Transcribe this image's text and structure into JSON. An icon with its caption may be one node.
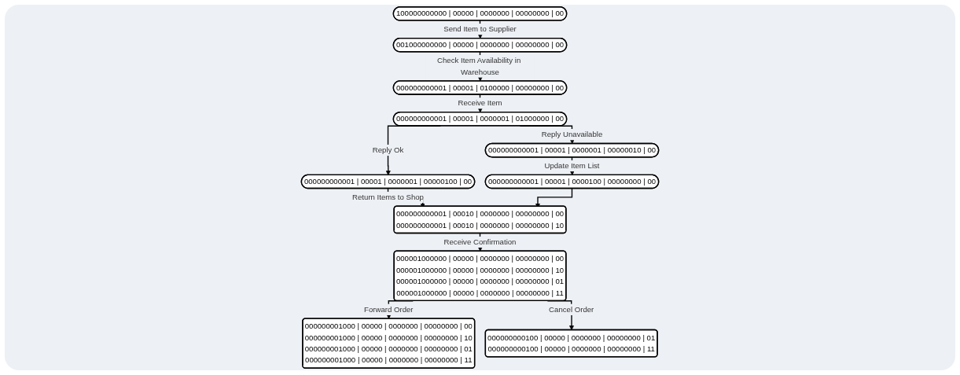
{
  "diagram": {
    "nodes": [
      {
        "text": [
          "100000000000 | 00000 | 0000000 | 00000000 | 00"
        ]
      },
      {
        "text": [
          "001000000000 | 00000 | 0000000 | 00000000 | 00"
        ]
      },
      {
        "text": [
          "000000000001 | 00001 | 0100000 | 00000000 | 00"
        ]
      },
      {
        "text": [
          "000000000001 | 00001 | 0000001 | 01000000 | 00"
        ]
      },
      {
        "text": [
          "000000000001 | 00001 | 0000001 | 00000100 | 00"
        ]
      },
      {
        "text": [
          "000000000001 | 00001 | 0000001 | 00000010 | 00"
        ]
      },
      {
        "text": [
          "000000000001 | 00001 | 0000100 | 00000000 | 00"
        ]
      },
      {
        "text": [
          "000000000001 | 00010 | 0000000 | 00000000 | 00",
          "000000000001 | 00010 | 0000000 | 00000000 | 10"
        ]
      },
      {
        "text": [
          "000001000000 | 00000 | 0000000 | 00000000 | 00",
          "000001000000 | 00000 | 0000000 | 00000000 | 10",
          "000001000000 | 00000 | 0000000 | 00000000 | 01",
          "000001000000 | 00000 | 0000000 | 00000000 | 11"
        ]
      },
      {
        "text": [
          "000000001000 | 00000 | 0000000 | 00000000 | 00",
          "000000001000 | 00000 | 0000000 | 00000000 | 10",
          "000000001000 | 00000 | 0000000 | 00000000 | 01",
          "000000001000 | 00000 | 0000000 | 00000000 | 11"
        ]
      },
      {
        "text": [
          "000000000100 | 00000 | 0000000 | 00000000 | 01",
          "000000000100 | 00000 | 0000000 | 00000000 | 11"
        ]
      }
    ],
    "edges": [
      {
        "from": 0,
        "to": 1,
        "arrow": "to",
        "label": "Send Item to Supplier"
      },
      {
        "from": 1,
        "to": 2,
        "arrow": "to",
        "label": "Check Item Availability in Warehouse"
      },
      {
        "from": 2,
        "to": 3,
        "arrow": "to",
        "label": "Receive Item"
      },
      {
        "from": 3,
        "to": 4,
        "arrow": "to",
        "label": "Reply Ok"
      },
      {
        "from": 3,
        "to": 5,
        "arrow": "to",
        "label": "Reply Unavailable"
      },
      {
        "from": 5,
        "to": 6,
        "arrow": "to",
        "label": "Update Item List"
      },
      {
        "from": 4,
        "to": 7,
        "arrow": "to",
        "label": "Return Items to Shop"
      },
      {
        "from": 6,
        "to": 7,
        "arrow": "to"
      },
      {
        "from": 7,
        "to": 8,
        "arrow": "to",
        "label": "Receive Confirmation"
      },
      {
        "from": 8,
        "to": 9,
        "arrow": "to",
        "label": "Forward Order"
      },
      {
        "from": 8,
        "to": 10,
        "arrow": "to",
        "label": "Cancel Order"
      }
    ]
  }
}
